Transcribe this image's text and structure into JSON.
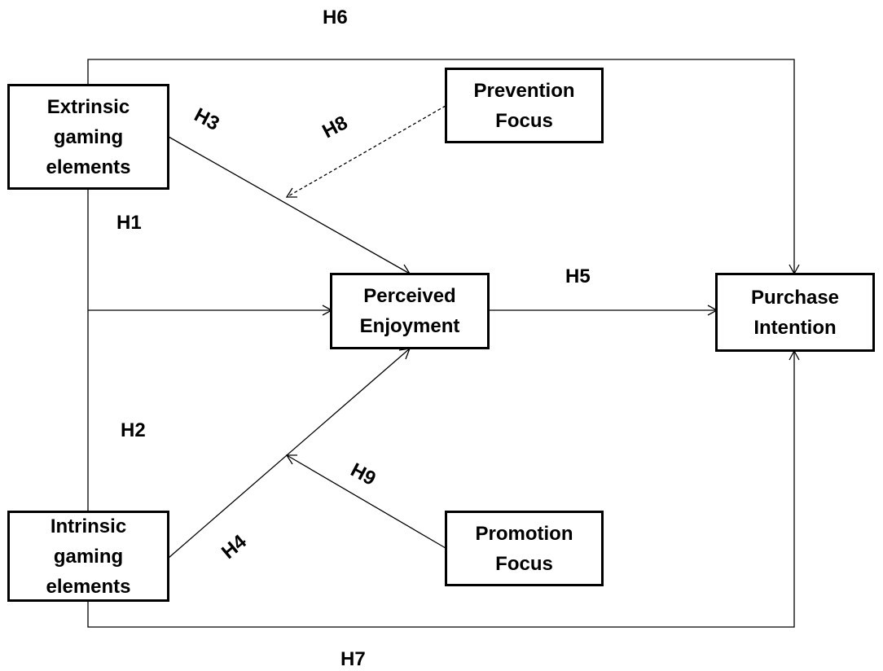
{
  "nodes": {
    "extrinsic": "Extrinsic\ngaming\nelements",
    "intrinsic": "Intrinsic\ngaming\nelements",
    "perceived_enjoyment": "Perceived\nEnjoyment",
    "purchase_intention": "Purchase\nIntention",
    "prevention_focus": "Prevention\nFocus",
    "promotion_focus": "Promotion\nFocus"
  },
  "hypotheses": {
    "h1": "H1",
    "h2": "H2",
    "h3": "H3",
    "h4": "H4",
    "h5": "H5",
    "h6": "H6",
    "h7": "H7",
    "h8": "H8",
    "h9": "H9"
  },
  "colors": {
    "line": "#000000",
    "background": "#ffffff"
  }
}
